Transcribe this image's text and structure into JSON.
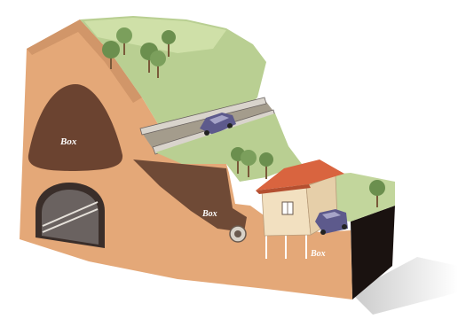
{
  "labels": {
    "upper_pocket": "Box",
    "mid_layer": "Box",
    "house_foundation": "Box"
  },
  "colors": {
    "soil": "#e4a878",
    "soil_dark": "#c7885a",
    "pocket": "#6b4330",
    "grass": "#b9cf92",
    "grass_light": "#cfe0a8",
    "cliff_dark": "#1a1210",
    "road": "#a49c8c",
    "car": "#5d5a8c",
    "house_wall": "#f2e0c0",
    "roof": "#d9643f",
    "tree": "#6b8f4e"
  }
}
